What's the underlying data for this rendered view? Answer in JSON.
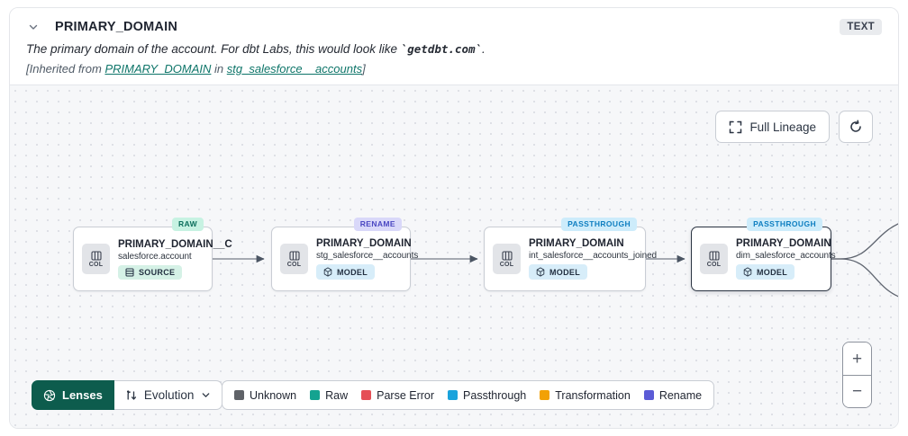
{
  "header": {
    "title": "PRIMARY_DOMAIN",
    "type_badge": "TEXT",
    "description": {
      "prefix": "The primary domain of the account. For dbt Labs, this would look like ",
      "code": "`getdbt.com`",
      "suffix": "."
    },
    "inherited": {
      "open": "[Inherited from ",
      "column_link": "PRIMARY_DOMAIN",
      "middle": " in ",
      "model_link": "stg_salesforce__accounts",
      "close": "]"
    }
  },
  "canvas": {
    "toolbar": {
      "full_lineage_label": "Full Lineage"
    },
    "nodes": [
      {
        "status": "RAW",
        "col_label": "COL",
        "title": "PRIMARY_DOMAIN__C",
        "subtitle": "salesforce.account",
        "resource_type": "SOURCE"
      },
      {
        "status": "RENAME",
        "col_label": "COL",
        "title": "PRIMARY_DOMAIN",
        "subtitle": "stg_salesforce__accounts",
        "resource_type": "MODEL"
      },
      {
        "status": "PASSTHROUGH",
        "col_label": "COL",
        "title": "PRIMARY_DOMAIN",
        "subtitle": "int_salesforce__accounts_joined",
        "resource_type": "MODEL"
      },
      {
        "status": "PASSTHROUGH",
        "col_label": "COL",
        "title": "PRIMARY_DOMAIN",
        "subtitle": "dim_salesforce_accounts",
        "resource_type": "MODEL"
      }
    ],
    "lenses": {
      "button_label": "Lenses",
      "selected_lens": "Evolution"
    },
    "legend": {
      "items": [
        {
          "label": "Unknown",
          "color": "#5f6268"
        },
        {
          "label": "Raw",
          "color": "#14a390"
        },
        {
          "label": "Parse Error",
          "color": "#e54f56"
        },
        {
          "label": "Passthrough",
          "color": "#1aa3dc"
        },
        {
          "label": "Transformation",
          "color": "#f2a105"
        },
        {
          "label": "Rename",
          "color": "#5b5bd6"
        }
      ]
    },
    "zoom_controls": {
      "zoom_in": "+",
      "zoom_out": "−"
    }
  },
  "colors": {
    "status_raw_bg": "#c7f2e2",
    "status_raw_text": "#0b6e5c",
    "status_rename_bg": "#d9d8f9",
    "status_rename_text": "#4a47c2",
    "status_passthrough_bg": "#cdecfb",
    "status_passthrough_text": "#0e7ec0",
    "lenses_button_bg": "#0d5c4d",
    "link_teal": "#0e7569"
  }
}
